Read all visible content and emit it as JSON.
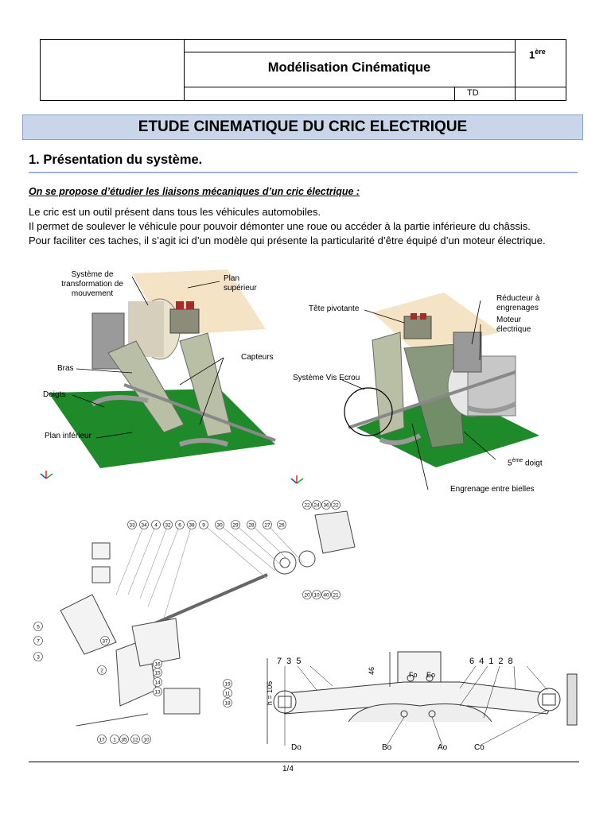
{
  "header": {
    "title": "Modélisation Cinématique",
    "year": "1",
    "year_sup": "ère",
    "type": "TD"
  },
  "banner": "ETUDE CINEMATIQUE DU CRIC ELECTRIQUE",
  "section": "1.  Présentation du système.",
  "intro": "On se propose d’étudier les liaisons mécaniques d’un cric électrique :",
  "paragraph": [
    "Le cric est un outil présent dans tous les véhicules automobiles.",
    "Il permet de soulever le véhicule pour pouvoir démonter une roue ou accéder à la partie inférieure du châssis.",
    "Pour faciliter ces taches, il s’agit ici d’un modèle qui présente la particularité d’être équipé d’un moteur électrique."
  ],
  "left_labels": {
    "sys1": "Système de",
    "sys2": "transformation de",
    "sys3": "mouvement",
    "plan_sup1": "Plan",
    "plan_sup2": "supérieur",
    "capteurs": "Capteurs",
    "bras": "Bras",
    "doigts": "Doigts",
    "plan_inf": "Plan inférieur"
  },
  "right_labels": {
    "tete": "Tête pivotante",
    "reducteur1": "Réducteur à",
    "reducteur2": "engrenages",
    "moteur1": "Moteur",
    "moteur2": "électrique",
    "vis": "Système Vis Ecrou",
    "doigt5": "5",
    "doigt5_sup": "ème",
    "doigt5_rest": " doigt",
    "engrenage": "Engrenage entre bielles"
  },
  "exploded_numbers": [
    "22",
    "24",
    "36",
    "22",
    "33",
    "34",
    "4",
    "32",
    "6",
    "38",
    "9",
    "30",
    "29",
    "28",
    "27",
    "26",
    "20",
    "10",
    "40",
    "21",
    "5",
    "7",
    "37",
    "2",
    "16",
    "15",
    "14",
    "13",
    "19",
    "11",
    "18",
    "17",
    "1",
    "35",
    "12",
    "10",
    "3"
  ],
  "side_view": {
    "top_labels": [
      "7",
      "3",
      "5",
      "6",
      "4",
      "1",
      "2",
      "8"
    ],
    "dim_h": "h = 106",
    "dim_46": "46",
    "fo": "Fo",
    "eo": "Eo",
    "bottom_labels": [
      "Do",
      "Bo",
      "Ao",
      "Co"
    ]
  },
  "footer": {
    "page": "1/4"
  }
}
